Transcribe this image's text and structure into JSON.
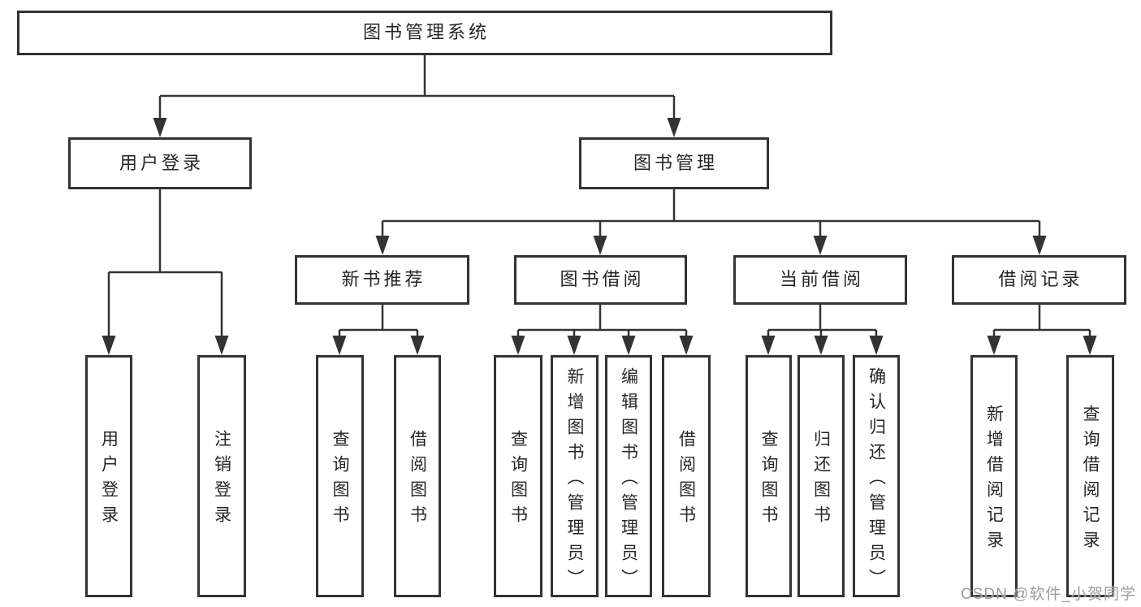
{
  "diagram": {
    "title": "图书管理系统",
    "branches": [
      {
        "label": "用户登录",
        "children": [
          {
            "label": "用户登录"
          },
          {
            "label": "注销登录"
          }
        ]
      },
      {
        "label": "图书管理",
        "children": [
          {
            "label": "新书推荐",
            "children": [
              {
                "label": "查询图书"
              },
              {
                "label": "借阅图书"
              }
            ]
          },
          {
            "label": "图书借阅",
            "children": [
              {
                "label": "查询图书"
              },
              {
                "label": "新增图书（管理员）"
              },
              {
                "label": "编辑图书（管理员）"
              },
              {
                "label": "借阅图书"
              }
            ]
          },
          {
            "label": "当前借阅",
            "children": [
              {
                "label": "查询图书"
              },
              {
                "label": "归还图书"
              },
              {
                "label": "确认归还（管理员）"
              }
            ]
          },
          {
            "label": "借阅记录",
            "children": [
              {
                "label": "新增借阅记录"
              },
              {
                "label": "查询借阅记录"
              }
            ]
          }
        ]
      }
    ]
  },
  "watermark": "CSDN @软件_小贺同学",
  "colors": {
    "line": "#333333",
    "text": "#262626",
    "watermark": "#9c9c9c",
    "background": "#ffffff"
  }
}
